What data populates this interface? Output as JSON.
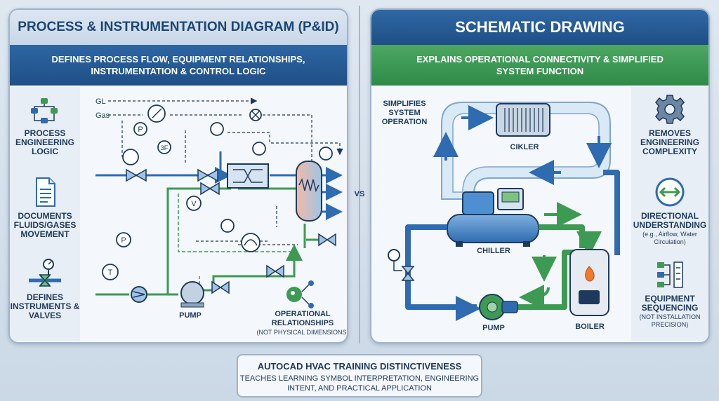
{
  "left_panel": {
    "title": "PROCESS & INSTRUMENTATION DIAGRAM (P&ID)",
    "subtitle": "DEFINES PROCESS FLOW, EQUIPMENT RELATIONSHIPS, INSTRUMENTATION & CONTROL LOGIC",
    "side_items": [
      {
        "label": "PROCESS ENGINEERING LOGIC",
        "icon": "flowchart-icon"
      },
      {
        "label": "DOCUMENTS FLUIDS/GASES MOVEMENT",
        "icon": "document-icon"
      },
      {
        "label": "DEFINES INSTRUMENTS & VALVES",
        "icon": "valve-gauge-icon"
      }
    ],
    "diagram": {
      "line_gl": "GL",
      "line_gas": "Gas",
      "pump_label": "PUMP",
      "relationships_label": "OPERATIONAL RELATIONSHIPS",
      "relationships_note": "(NOT PHYSICAL DIMENSIONS)",
      "instrument_p": "P",
      "instrument_t": "T",
      "instrument_v": "V",
      "instrument_3f": "3F"
    }
  },
  "vs_label": "VS",
  "right_panel": {
    "title": "SCHEMATIC DRAWING",
    "subtitle": "EXPLAINS OPERATIONAL CONNECTIVITY & SIMPLIFIED SYSTEM FUNCTION",
    "left_note": "SIMPLIFIES SYSTEM OPERATION",
    "side_items": [
      {
        "label": "REMOVES ENGINEERING COMPLEXITY",
        "icon": "gear-icon"
      },
      {
        "label": "DIRECTIONAL UNDERSTANDING",
        "sub": "(e.g., Airflow, Water Circulation)",
        "icon": "double-arrow-icon"
      },
      {
        "label": "EQUIPMENT SEQUENCING",
        "sub": "(NOT INSTALLATION PRECISION)",
        "icon": "sequence-icon"
      }
    ],
    "diagram": {
      "cikler_label": "CIKLER",
      "chiller_label": "CHILLER",
      "pump_label": "PUMP",
      "boiler_label": "BOILER"
    }
  },
  "bottom": {
    "title": "AUTOCAD HVAC TRAINING DISTINCTIVENESS",
    "text": "TEACHES LEARNING SYMBOL INTERPRETATION, ENGINEERING INTENT, AND PRACTICAL APPLICATION"
  },
  "colors": {
    "pipe_blue": "#2e6bb0",
    "pipe_green": "#3d9a52",
    "header_blue": "#1f4f86",
    "header_green": "#2f8a48"
  }
}
